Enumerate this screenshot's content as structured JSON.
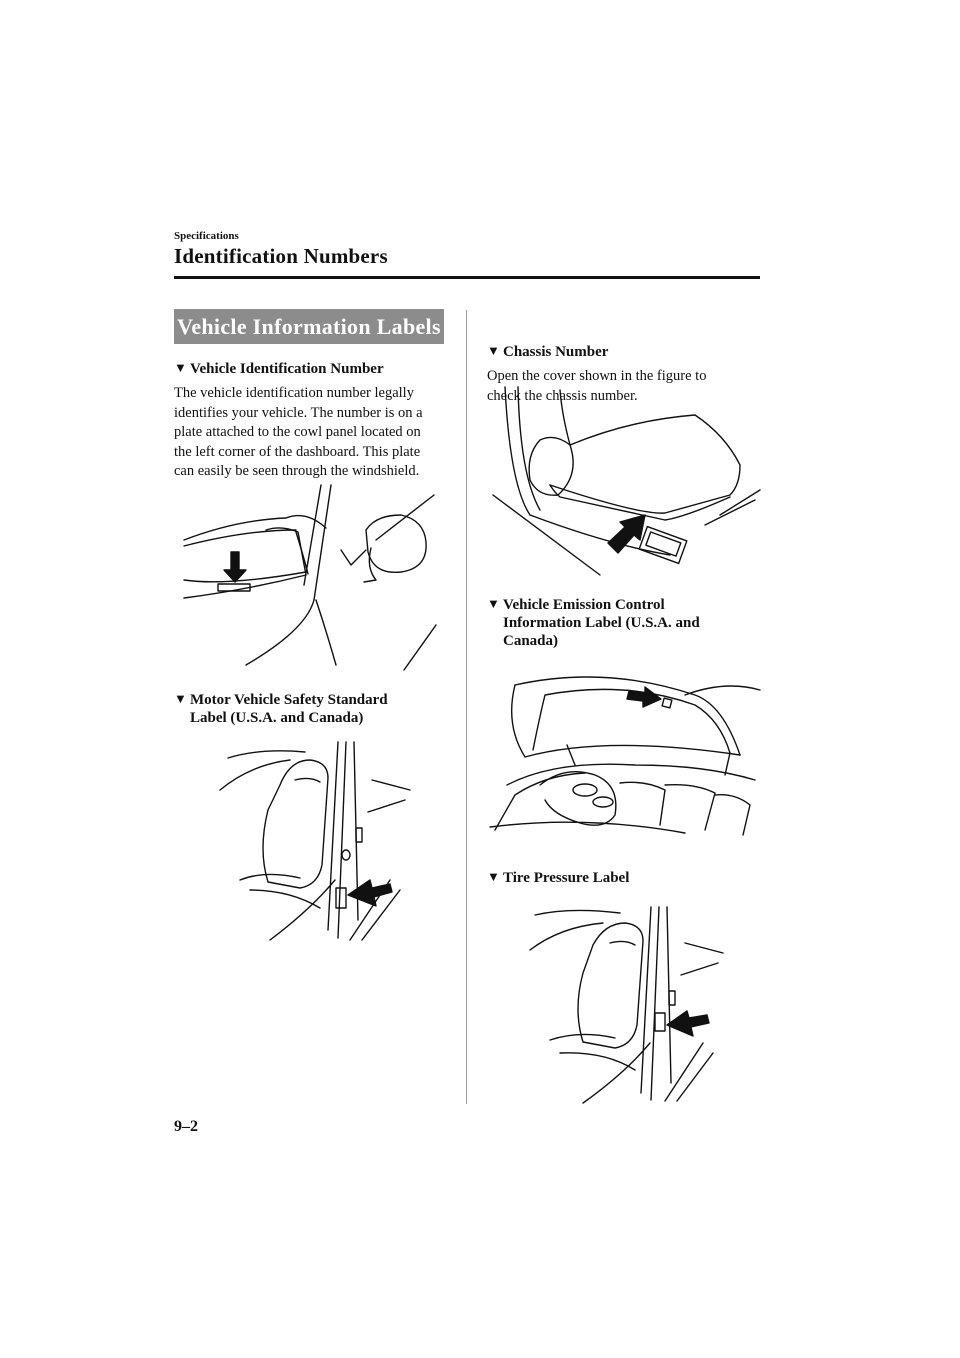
{
  "header": {
    "section": "Specifications",
    "title": "Identification Numbers"
  },
  "banner": "Vehicle Information Labels",
  "left_column": {
    "vin": {
      "heading": "Vehicle Identification Number",
      "text_lines": [
        "The vehicle identification number legally",
        "identifies your vehicle. The number is on a",
        "plate attached to the cowl panel located on",
        "the left corner of the dashboard. This plate",
        "can easily be seen through the windshield."
      ]
    },
    "safety_label": {
      "heading_lines": [
        "Motor Vehicle Safety Standard",
        "Label (U.S.A. and Canada)"
      ]
    }
  },
  "right_column": {
    "chassis": {
      "heading": "Chassis Number",
      "text_lines": [
        "Open the cover shown in the figure to",
        "check the chassis number."
      ]
    },
    "emission": {
      "heading_lines": [
        "Vehicle Emission Control",
        "Information Label (U.S.A. and",
        "Canada)"
      ]
    },
    "tire": {
      "heading": "Tire Pressure Label"
    }
  },
  "icons": {
    "heading_marker": "triangle-down-icon",
    "pointer": "arrow-icon"
  },
  "footer": {
    "page_number": "9–2"
  }
}
